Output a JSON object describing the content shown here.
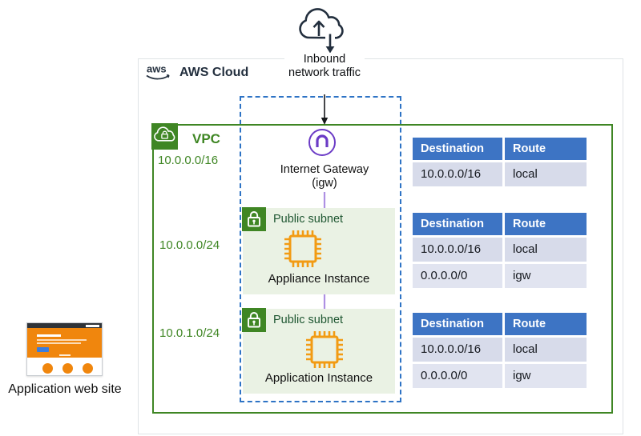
{
  "colors": {
    "aws_dark": "#232F3E",
    "vpc_green": "#3F8624",
    "subnet_bg": "#EAF2E4",
    "subnet_label_green": "#1E5631",
    "igw_purple": "#6B3BC6",
    "flow_arrow_purple": "#AE90E3",
    "instance_orange": "#F29B13",
    "table_header_blue": "#3D74C4",
    "table_row_lavender": "#D7DBEA",
    "dashed_path_blue": "#2E73C5",
    "website_orange": "#F0860D"
  },
  "external": {
    "inbound_traffic_label": "Inbound network traffic",
    "website_label": "Application web site"
  },
  "aws_cloud": {
    "logo_text": "aws",
    "title": "AWS Cloud"
  },
  "vpc": {
    "title": "VPC",
    "cidr": "10.0.0.0/16"
  },
  "internet_gateway": {
    "name": "Internet Gateway",
    "alias": "(igw)"
  },
  "subnets": [
    {
      "label": "Public subnet",
      "cidr": "10.0.0.0/24",
      "instance_label": "Appliance Instance"
    },
    {
      "label": "Public subnet",
      "cidr": "10.0.1.0/24",
      "instance_label": "Application Instance"
    }
  ],
  "route_tables": [
    {
      "headers": [
        "Destination",
        "Route"
      ],
      "rows": [
        [
          "10.0.0.0/16",
          "local"
        ]
      ]
    },
    {
      "headers": [
        "Destination",
        "Route"
      ],
      "rows": [
        [
          "10.0.0.0/16",
          "local"
        ],
        [
          "0.0.0.0/0",
          "igw"
        ]
      ]
    },
    {
      "headers": [
        "Destination",
        "Route"
      ],
      "rows": [
        [
          "10.0.0.0/16",
          "local"
        ],
        [
          "0.0.0.0/0",
          "igw"
        ]
      ]
    }
  ]
}
